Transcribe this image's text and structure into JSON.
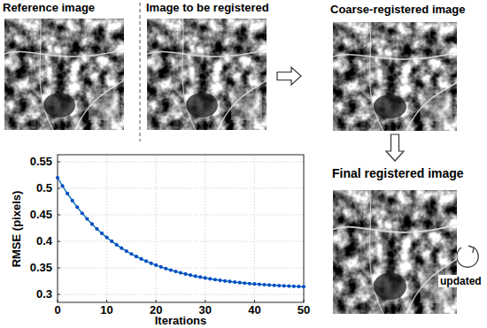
{
  "diagram": {
    "nodes": [
      {
        "text": [
          "Reference image"
        ]
      },
      {
        "text": [
          "Image to be registered"
        ]
      },
      {
        "text": [
          "Coarse-registered image"
        ]
      },
      {
        "text": [
          "Final registered image"
        ]
      }
    ],
    "edges": [
      {
        "from": 1,
        "to": 2,
        "arrow": "to"
      },
      {
        "from": 2,
        "to": 3,
        "arrow": "to"
      }
    ],
    "labels": [
      "0.55",
      "0.5",
      "0.45",
      "0.4",
      "0.35",
      "0.3",
      "0",
      "10",
      "20",
      "30",
      "40",
      "50",
      "Iterations",
      "RMSE (pixels)",
      "updated"
    ]
  }
}
